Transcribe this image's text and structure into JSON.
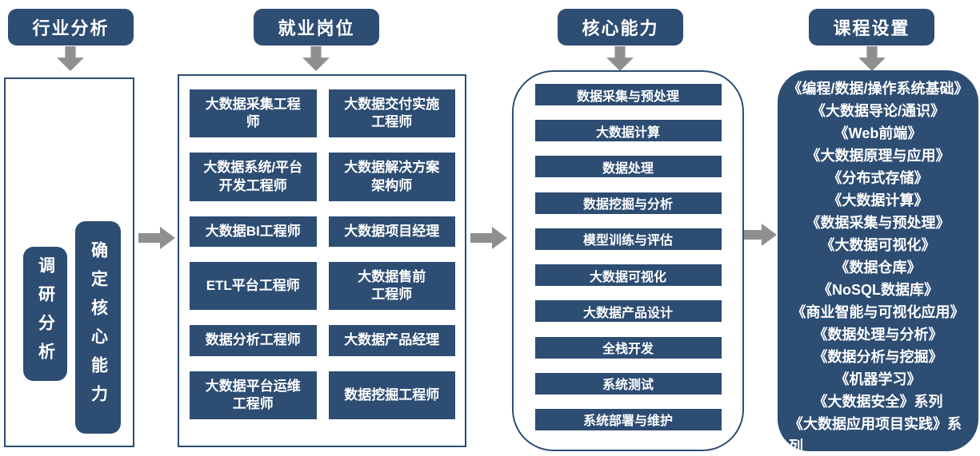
{
  "colors": {
    "primary": "#2d4d73",
    "arrow": "#8f8f8f"
  },
  "flow": {
    "industry": {
      "title": "行业分析",
      "steps": [
        "调研分析",
        "确定核心能力"
      ]
    },
    "jobs": {
      "title": "就业岗位",
      "items": [
        "大数据采集工程\n师",
        "大数据交付实施\n工程师",
        "大数据系统/平台\n开发工程师",
        "大数据解决方案\n架构师",
        "大数据BI工程师",
        "大数据项目经理",
        "ETL平台工程师",
        "大数据售前\n工程师",
        "数据分析工程师",
        "大数据产品经理",
        "大数据平台运维\n工程师",
        "数据挖掘工程师"
      ]
    },
    "competencies": {
      "title": "核心能力",
      "items": [
        "数据采集与预处理",
        "大数据计算",
        "数据处理",
        "数据挖掘与分析",
        "模型训练与评估",
        "大数据可视化",
        "大数据产品设计",
        "全栈开发",
        "系统测试",
        "系统部署与维护"
      ]
    },
    "courses": {
      "title": "课程设置",
      "items": [
        "《编程/数据/操作系统基础》",
        "《大数据导论/通识》",
        "《Web前端》",
        "《大数据原理与应用》",
        "《分布式存储》",
        "《大数据计算》",
        "《数据采集与预处理》",
        "《大数据可视化》",
        "《数据仓库》",
        "《NoSQL数据库》",
        "《商业智能与可视化应用》",
        "《数据处理与分析》",
        "《数据分析与挖掘》",
        "《机器学习》",
        "《大数据安全》系列",
        "《大数据应用项目实践》系\n列"
      ]
    }
  }
}
